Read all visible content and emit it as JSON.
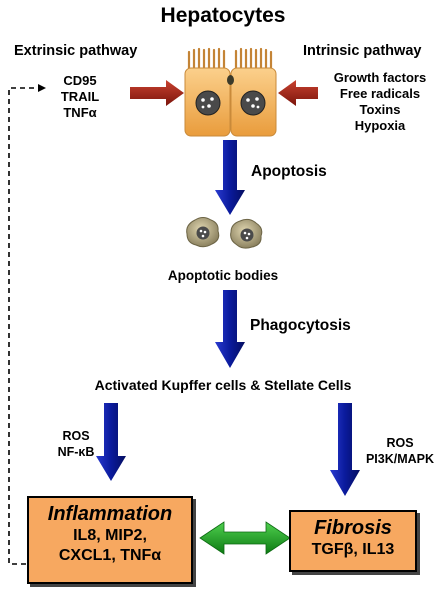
{
  "title": "Hepatocytes",
  "extrinsic": {
    "heading": "Extrinsic pathway",
    "items": [
      "CD95",
      "TRAIL",
      "TNFα"
    ]
  },
  "intrinsic": {
    "heading": "Intrinsic pathway",
    "items": [
      "Growth factors",
      "Free radicals",
      "Toxins",
      "Hypoxia"
    ]
  },
  "steps": {
    "apoptosis": "Apoptosis",
    "apoptotic_bodies": "Apoptotic bodies",
    "phagocytosis": "Phagocytosis",
    "activated_cells": "Activated Kupffer cells & Stellate Cells"
  },
  "left_signals": [
    "ROS",
    "NF-κB"
  ],
  "right_signals": [
    "ROS",
    "PI3K/MAPK"
  ],
  "inflammation": {
    "title": "Inflammation",
    "lines": [
      "IL8, MIP2,",
      "CXCL1, TNFα"
    ]
  },
  "fibrosis": {
    "title": "Fibrosis",
    "lines": [
      "TGFβ, IL13"
    ]
  },
  "colors": {
    "blue_arrow": "#0a1a9c",
    "red_arrow": "#a01f14",
    "green_arrow": "#139a1a",
    "box_fill": "#f7a860",
    "cell_fill": "#f2b25c",
    "nucleus": "#3a3a3a"
  }
}
